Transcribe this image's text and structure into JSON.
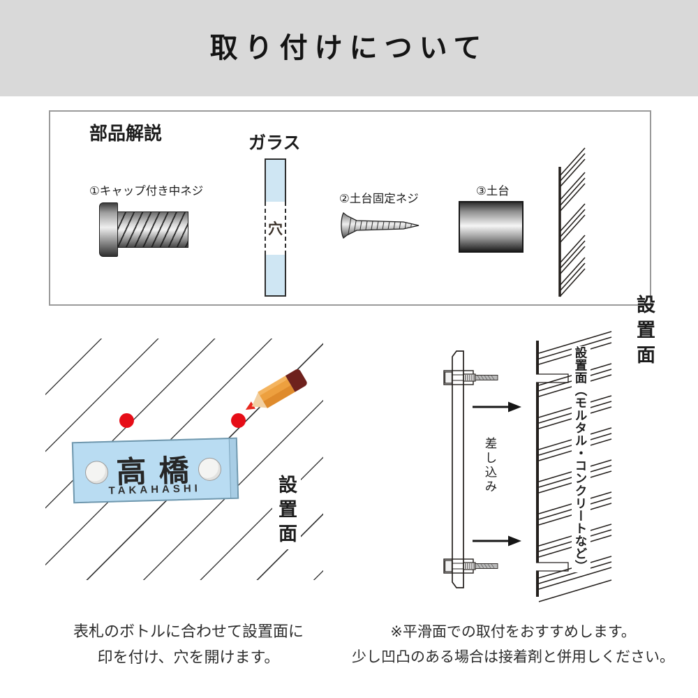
{
  "title": "取り付けについて",
  "parts_section": {
    "heading": "部品解説",
    "glass_label": "ガラス",
    "hole_label": "穴",
    "part1_label": "①キャップ付き中ネジ",
    "part2_label": "②土台固定ネジ",
    "part3_label": "③土台",
    "surface_label": "設置面"
  },
  "marking_diagram": {
    "plate_name_kanji": "高橋",
    "plate_name_roman": "TAKAHASHI",
    "surface_label": "設置面"
  },
  "insert_diagram": {
    "insert_label": "差し込み",
    "surface_label": "設置面（モルタル・コンクリートなど）"
  },
  "captions": {
    "left_line1": "表札のボトルに合わせて設置面に",
    "left_line2": "印を付け、穴を開けます。",
    "right_line1": "※平滑面での取付をおすすめします。",
    "right_line2": "少し凹凸のある場合は接着剤と併用しください。"
  },
  "colors": {
    "banner_gray": "#d9d9d9",
    "glass_blue": "#cfe6f3",
    "plate_blue": "#b9dcf2",
    "mark_red": "#e60d17",
    "pencil_orange": "#eda03f",
    "eraser_maroon": "#6e211d"
  }
}
